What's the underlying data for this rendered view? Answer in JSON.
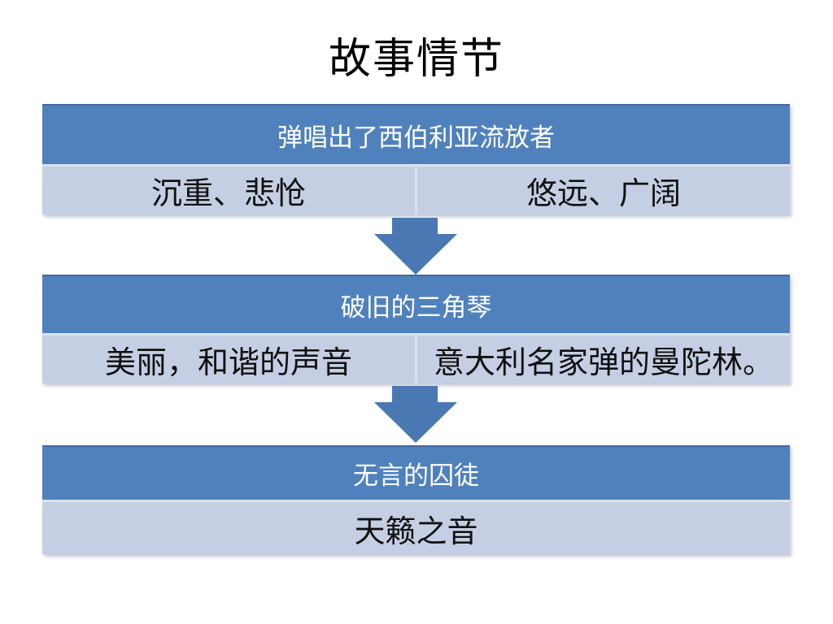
{
  "slide": {
    "title": "故事情节"
  },
  "colors": {
    "header_fill": "#4f81bd",
    "header_top_border": "#41699c",
    "body_fill": "#c5cfe4",
    "separator": "#dbe2f1",
    "arrow_fill": "#4a78b2",
    "header_text": "#ffffff",
    "body_text": "#111111",
    "title_text": "#000000",
    "background": "#ffffff"
  },
  "boxes": [
    {
      "header": "弹唱出了西伯利亚流放者",
      "cells": [
        "沉重、悲怆",
        "悠远、广阔"
      ]
    },
    {
      "header": "破旧的三角琴",
      "cells": [
        "美丽，和谐的声音",
        "意大利名家弹的曼陀林。"
      ]
    },
    {
      "header": "无言的囚徒",
      "cells": [
        "天籁之音"
      ]
    }
  ],
  "arrows": [
    {
      "icon": "down-arrow"
    },
    {
      "icon": "down-arrow"
    }
  ]
}
